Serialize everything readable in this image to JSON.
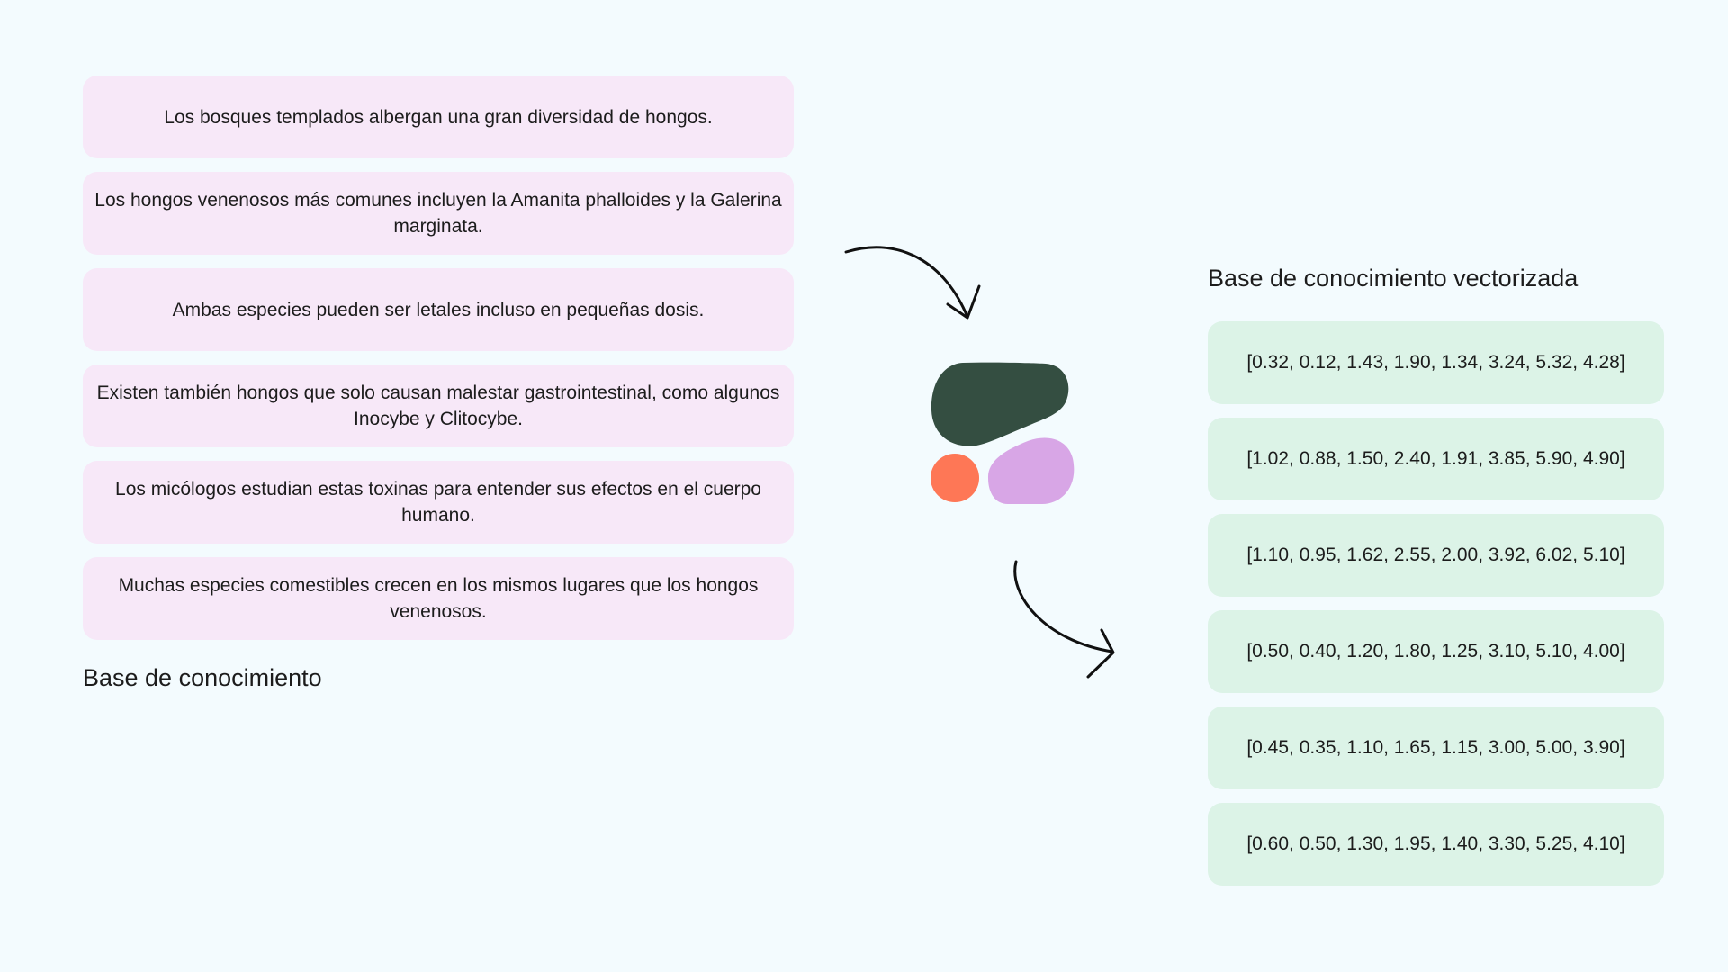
{
  "knowledge_base": {
    "title": "Base de conocimiento",
    "items": [
      "Los bosques templados albergan una gran diversidad de hongos.",
      "Los hongos venenosos más comunes incluyen la Amanita phalloides y la Galerina marginata.",
      "Ambas especies pueden ser letales incluso en pequeñas dosis.",
      "Existen también hongos que solo causan malestar gastrointestinal, como algunos Inocybe y Clitocybe.",
      "Los micólogos estudian estas toxinas para entender sus efectos en el cuerpo humano.",
      "Muchas especies comestibles crecen en los mismos lugares que los hongos venenosos."
    ]
  },
  "vectorized_base": {
    "title": "Base de conocimiento vectorizada",
    "items": [
      "[0.32, 0.12, 1.43, 1.90, 1.34, 3.24, 5.32, 4.28]",
      "[1.02, 0.88, 1.50, 2.40, 1.91, 3.85, 5.90, 4.90]",
      "[1.10, 0.95, 1.62, 2.55, 2.00, 3.92, 6.02, 5.10]",
      "[0.50, 0.40, 1.20, 1.80, 1.25, 3.10, 5.10, 4.00]",
      "[0.45, 0.35, 1.10, 1.65, 1.15, 3.00, 5.00, 3.90]",
      "[0.60, 0.50, 1.30, 1.95, 1.40, 3.30, 5.25, 4.10]"
    ]
  },
  "logo": {
    "icon": "embedding-model-logo-icon",
    "colors": {
      "dark_green": "#344e41",
      "coral": "#fe7756",
      "lilac": "#d8a6e6"
    }
  },
  "colors": {
    "background": "#f3fbfe",
    "source_card": "#f7e8f8",
    "vector_card": "#dcf3e7",
    "text": "#1c1c1c",
    "arrow": "#111111"
  }
}
